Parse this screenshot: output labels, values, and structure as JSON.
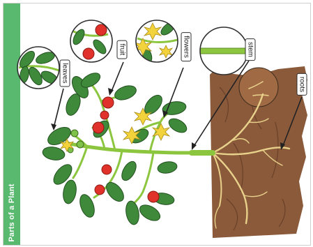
{
  "title": "Parts of a Plant",
  "labels": {
    "leaves": "leaves",
    "fruit": "fruit",
    "flowers": "flowers",
    "stem": "stem",
    "roots": "roots"
  },
  "colors": {
    "strip": "#58b96f",
    "soil": "#8a5a3b",
    "leaf": "#3f8a3a",
    "stem": "#8cc63f",
    "fruit": "#e0322a",
    "flower": "#f2d33b",
    "root": "#e8d18a"
  }
}
